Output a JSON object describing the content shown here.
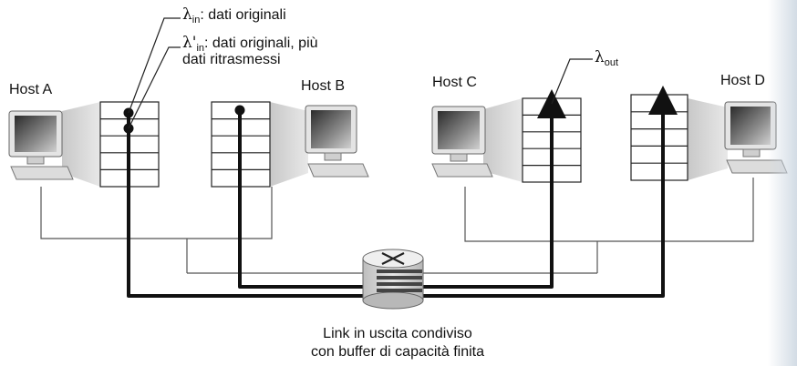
{
  "hosts": {
    "a": "Host A",
    "b": "Host B",
    "c": "Host C",
    "d": "Host D"
  },
  "annotations": {
    "lambda_in_symbol": "λ",
    "lambda_in_sub": "in",
    "lambda_in_text": ": dati originali",
    "lambda_in_prime_symbol": "λ'",
    "lambda_in_prime_sub": "in",
    "lambda_in_prime_text_line1": ": dati originali, più",
    "lambda_in_prime_text_line2": "dati ritrasmessi",
    "lambda_out_symbol": "λ",
    "lambda_out_sub": "out"
  },
  "caption": {
    "line1": "Link in uscita condiviso",
    "line2": "con buffer di capacità finita"
  },
  "colors": {
    "line": "#111111",
    "buffer_fill": "#ffffff",
    "router_fill": "#d9d9d9",
    "thin_line": "#555555"
  },
  "icons": [
    "computer-icon",
    "router-icon",
    "buffer-icon"
  ]
}
